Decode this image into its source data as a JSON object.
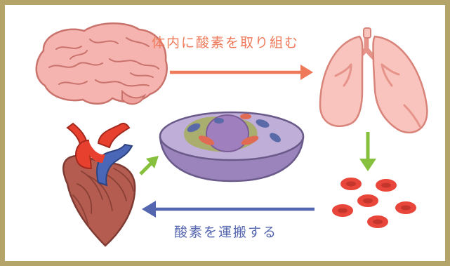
{
  "labels": {
    "oxygen_intake": "体内に酸素を取り組む",
    "oxygen_transport": "酸素を運搬する"
  },
  "colors": {
    "frame": "#b5a46a",
    "intake_arrow": "#ee7a5a",
    "transport_arrow": "#5566b0",
    "green_arrow": "#86c03c",
    "brain": "#f6b4b0",
    "lung": "#f9c4bd",
    "red_blood_cell": "#e8463a",
    "cell": "#9b84bb",
    "heart": "#b55c50",
    "artery": "#e8402f",
    "vein": "#4a66b6"
  },
  "icons": [
    "brain",
    "lungs",
    "red-blood-cells",
    "cell",
    "heart"
  ]
}
